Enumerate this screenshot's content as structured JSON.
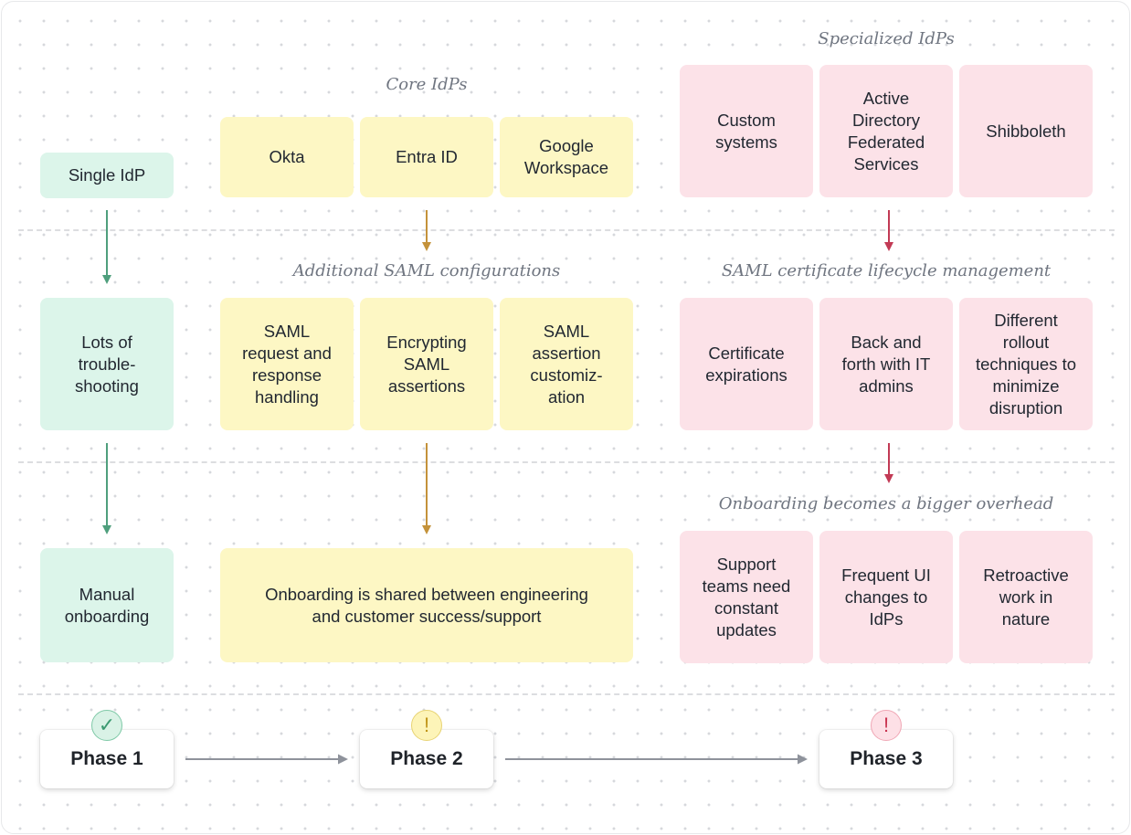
{
  "columns": {
    "phase1": {
      "boxes": [
        "Single IdP",
        "Lots of\ntrouble-\nshooting",
        "Manual\nonboarding"
      ]
    },
    "phase2": {
      "headings": [
        "Core IdPs",
        "Additional SAML configurations"
      ],
      "row1": [
        "Okta",
        "Entra ID",
        "Google\nWorkspace"
      ],
      "row2": [
        "SAML\nrequest and\nresponse\nhandling",
        "Encrypting\nSAML\nassertions",
        "SAML\nassertion\ncustomiz-\nation"
      ],
      "row3": "Onboarding is shared between engineering\nand customer success/support"
    },
    "phase3": {
      "headings": [
        "Specialized IdPs",
        "SAML certificate lifecycle management",
        "Onboarding becomes a bigger overhead"
      ],
      "row1": [
        "Custom\nsystems",
        "Active\nDirectory\nFederated\nServices",
        "Shibboleth"
      ],
      "row2": [
        "Certificate\nexpirations",
        "Back and\nforth with IT\nadmins",
        "Different\nrollout\ntechniques to\nminimize\ndisruption"
      ],
      "row3": [
        "Support\nteams need\nconstant\nupdates",
        "Frequent UI\nchanges to\nIdPs",
        "Retroactive\nwork in\nnature"
      ]
    }
  },
  "phases": [
    {
      "label": "Phase 1",
      "status": "ok",
      "icon": "check-icon",
      "glyph": "✓"
    },
    {
      "label": "Phase 2",
      "status": "warn",
      "icon": "warning-icon",
      "glyph": "!"
    },
    {
      "label": "Phase 3",
      "status": "err",
      "icon": "error-icon",
      "glyph": "!"
    }
  ],
  "colors": {
    "green_box": "#dcf5ea",
    "yellow_box": "#fdf7c4",
    "pink_box": "#fce2e8",
    "green_arrow": "#4f9f7d",
    "yellow_arrow": "#c4923a",
    "red_arrow": "#c23a55",
    "phase_arrow": "#8e929b"
  }
}
